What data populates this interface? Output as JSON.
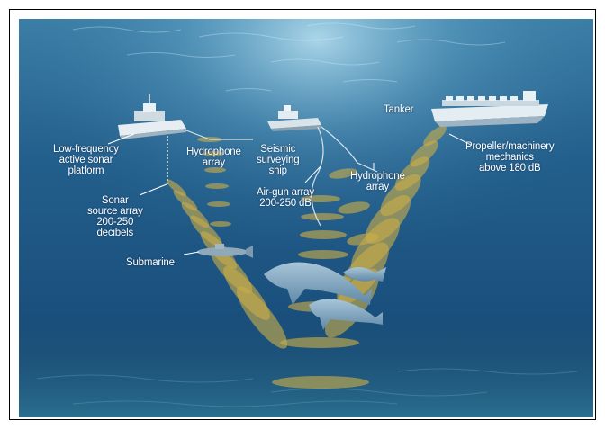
{
  "labels": {
    "tanker": "Tanker",
    "low_frequency": "Low-frequency\nactive sonar\nplatform",
    "hydrophone_left": "Hydrophone\narray",
    "seismic_ship": "Seismic\nsurveying\nship",
    "hydrophone_right": "Hydrophone\narray",
    "propeller": "Propeller/machinery\nmechanics\nabove 180 dB",
    "sonar_source": "Sonar\nsource array\n200-250\ndecibels",
    "air_gun": "Air-gun array\n200-250 dB",
    "submarine": "Submarine"
  },
  "colors": {
    "water_top": "#2f6f96",
    "water_mid": "#1d5a86",
    "water_bottom": "#15426a",
    "sound_wave": "#c9ad48",
    "label_text": "#ffffff"
  }
}
